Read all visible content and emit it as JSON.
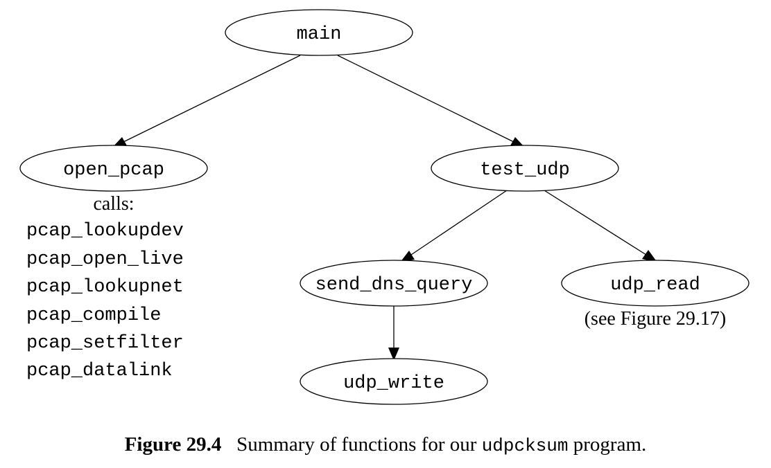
{
  "diagram": {
    "nodes": {
      "main": "main",
      "open_pcap": "open_pcap",
      "test_udp": "test_udp",
      "send_dns_query": "send_dns_query",
      "udp_read": "udp_read",
      "udp_write": "udp_write"
    },
    "edges": [
      {
        "from": "main",
        "to": "open_pcap"
      },
      {
        "from": "main",
        "to": "test_udp"
      },
      {
        "from": "test_udp",
        "to": "send_dns_query"
      },
      {
        "from": "test_udp",
        "to": "udp_read"
      },
      {
        "from": "send_dns_query",
        "to": "udp_write"
      }
    ],
    "open_pcap_note": {
      "heading": "calls:",
      "functions": [
        "pcap_lookupdev",
        "pcap_open_live",
        "pcap_lookupnet",
        "pcap_compile",
        "pcap_setfilter",
        "pcap_datalink"
      ]
    },
    "udp_read_note": "(see Figure 29.17)"
  },
  "caption": {
    "label": "Figure 29.4",
    "text_before": "Summary of functions for our",
    "program": "udpcksum",
    "text_after": "program."
  }
}
